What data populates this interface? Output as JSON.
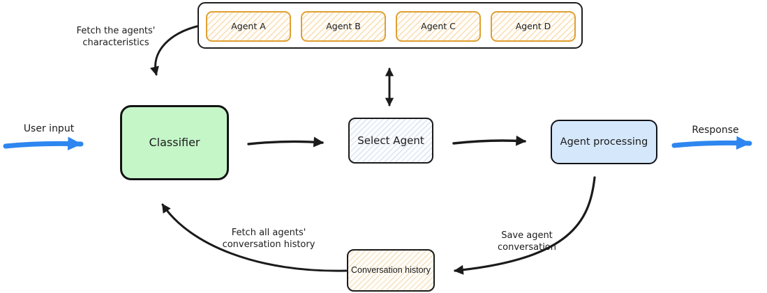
{
  "agents_panel": {
    "items": [
      "Agent A",
      "Agent B",
      "Agent C",
      "Agent D"
    ]
  },
  "nodes": {
    "classifier": "Classifier",
    "select_agent": "Select Agent",
    "agent_processing": "Agent processing",
    "conversation_history": "Conversation history"
  },
  "annotations": {
    "user_input": "User input",
    "response": "Response",
    "fetch_characteristics": "Fetch the agents' characteristics",
    "fetch_history": "Fetch all agents' conversation history",
    "save_conversation": "Save agent conversation"
  },
  "edges": [
    {
      "from": "user-input",
      "to": "classifier",
      "style": "blue-thick"
    },
    {
      "from": "classifier",
      "to": "select-agent",
      "style": "black"
    },
    {
      "from": "select-agent",
      "to": "agents-panel",
      "style": "black",
      "bidirectional": true
    },
    {
      "from": "select-agent",
      "to": "agent-processing",
      "style": "black"
    },
    {
      "from": "agent-processing",
      "to": "response",
      "style": "blue-thick"
    },
    {
      "from": "agents-panel",
      "to": "classifier",
      "label": "Fetch the agents' characteristics",
      "style": "black-curved"
    },
    {
      "from": "agent-processing",
      "to": "conversation-history",
      "label": "Save agent conversation",
      "style": "black-curved"
    },
    {
      "from": "conversation-history",
      "to": "classifier",
      "label": "Fetch all agents' conversation history",
      "style": "black-curved"
    }
  ],
  "colors": {
    "accent_blue": "#2e86f0",
    "stroke_dark": "#1b1b1b",
    "classifier_fill": "#c5f6c8",
    "agent_processing_fill": "#d5e8fb",
    "agent_box_border": "#dfa032",
    "agent_box_hatch": "#f8ddb4",
    "select_agent_hatch": "#dbe4ee",
    "conversation_history_hatch": "#f4e0c2"
  }
}
